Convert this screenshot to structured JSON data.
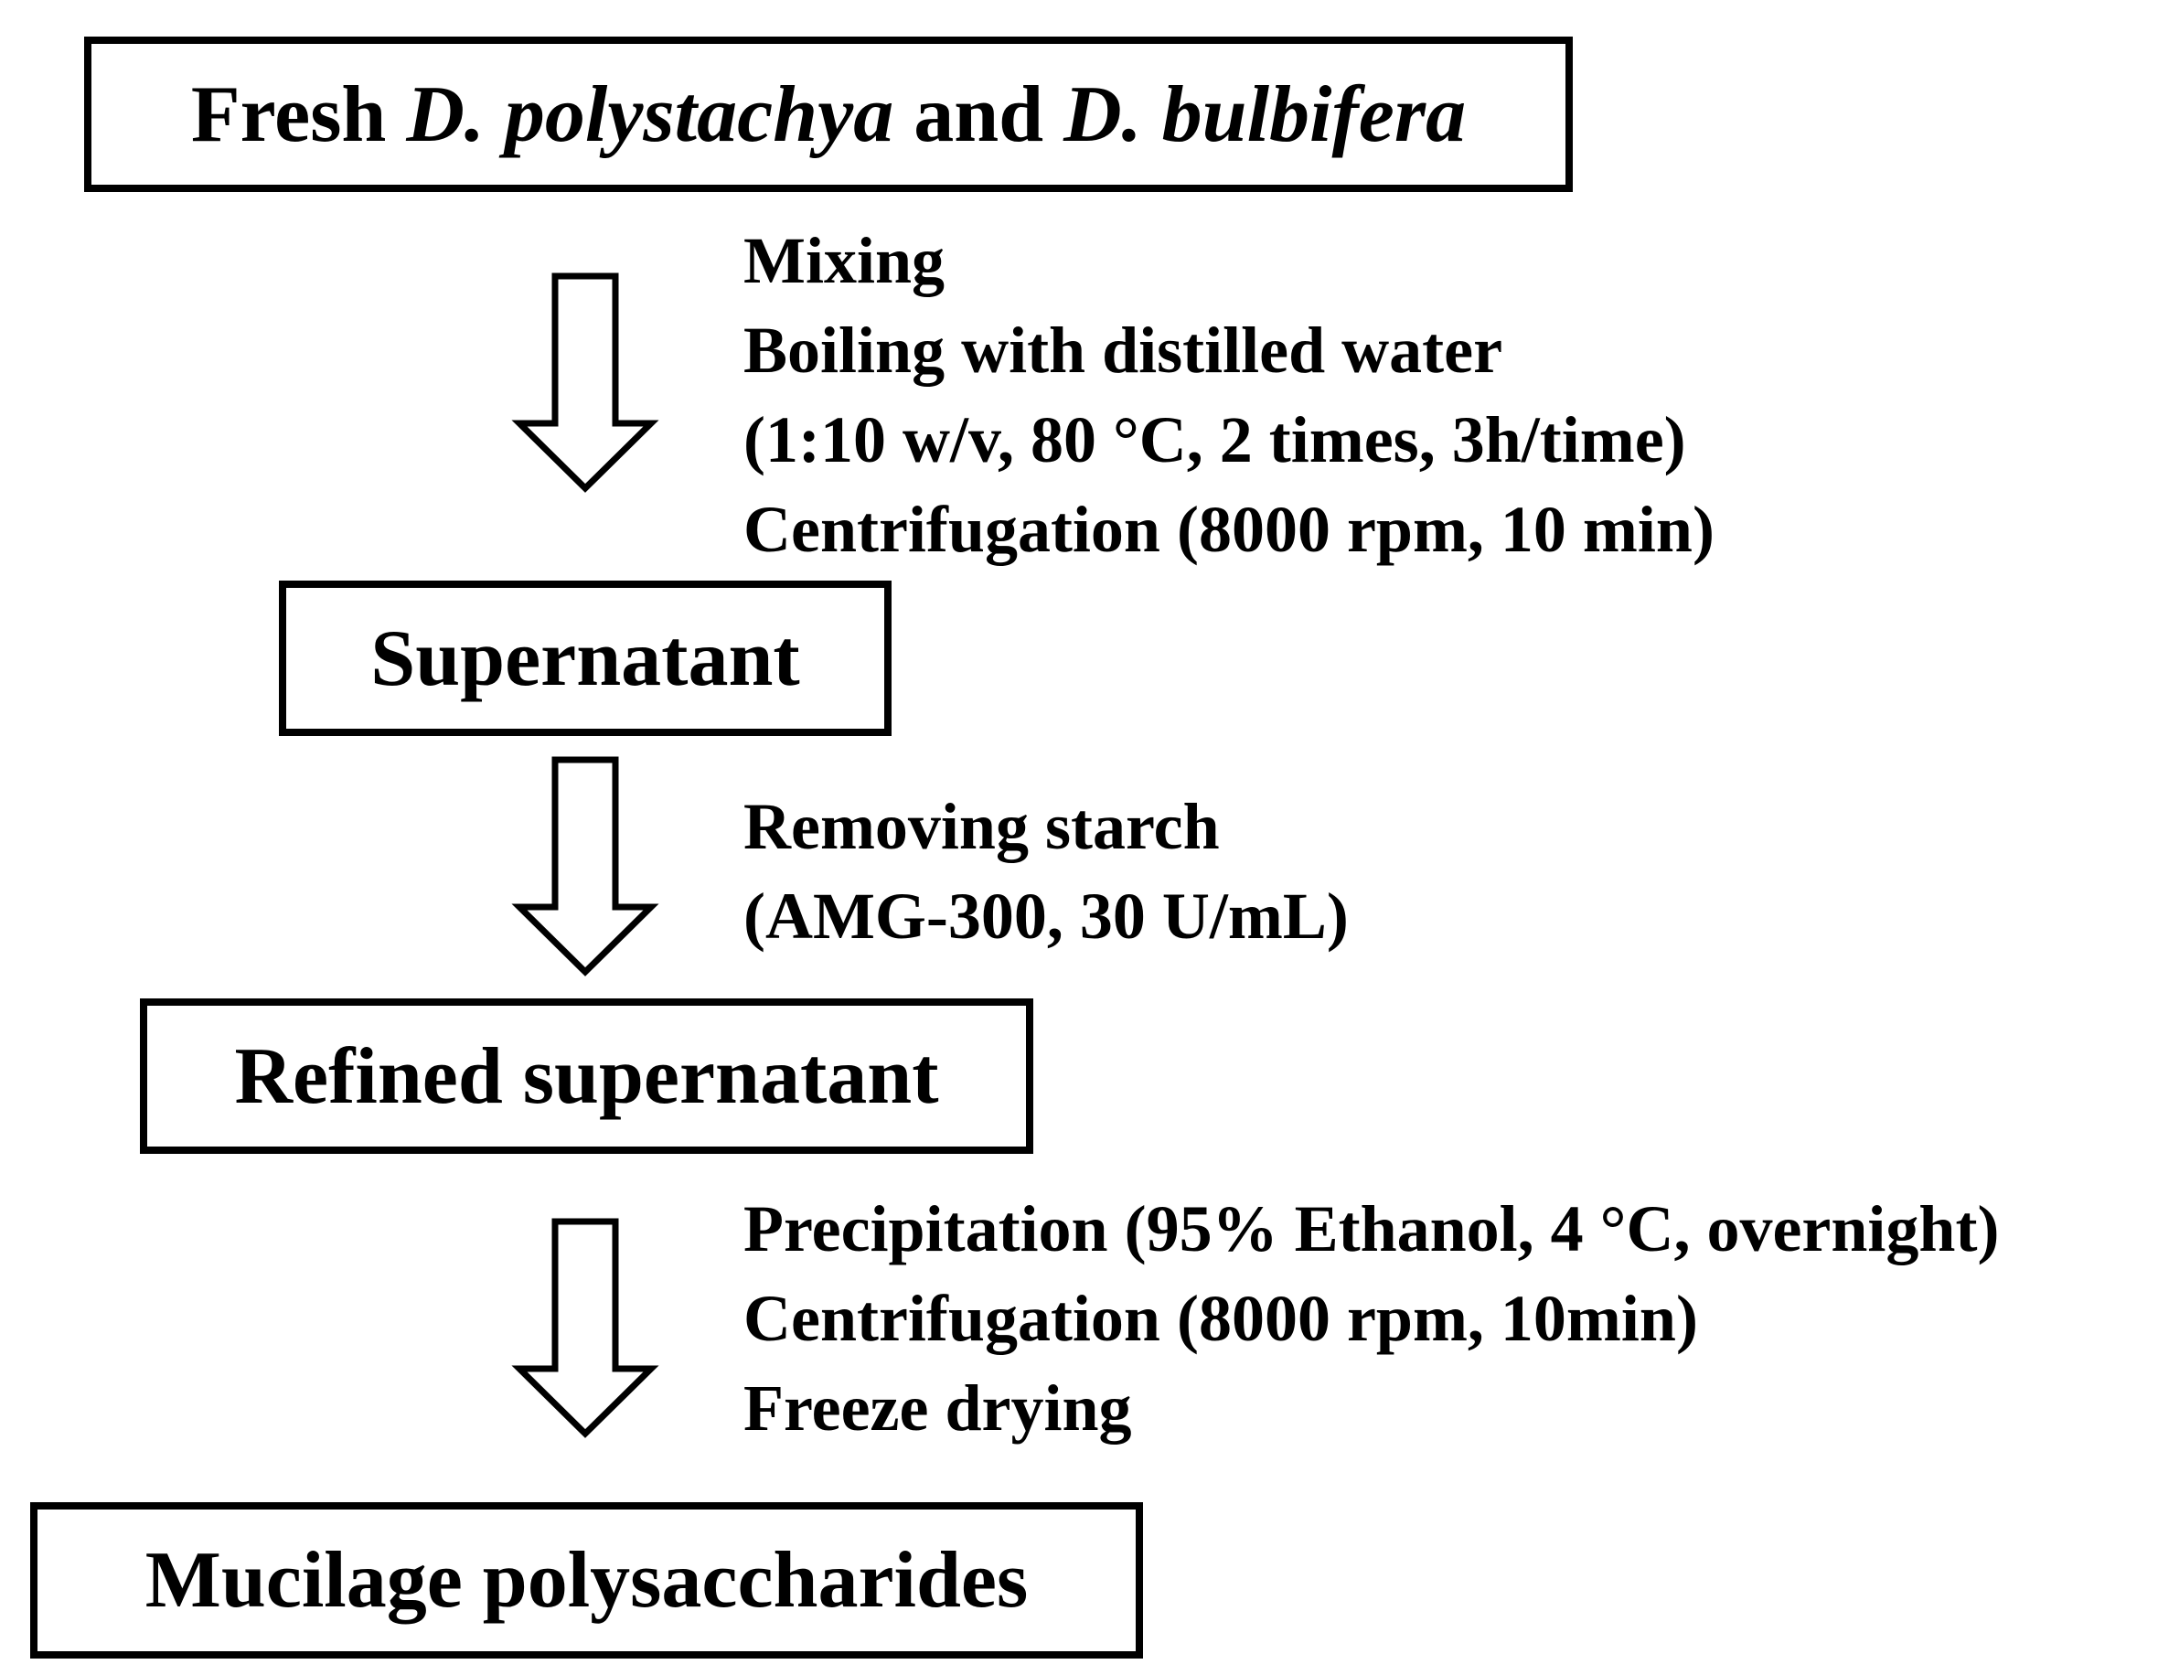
{
  "boxes": {
    "start": {
      "t1": "Fresh ",
      "t2": "D. polystachya",
      "t3": " and ",
      "t4": "D. bulbifera"
    },
    "supernatant": "Supernatant",
    "refined": "Refined supernatant",
    "end": "Mucilage polysaccharides"
  },
  "steps": {
    "s1": [
      "Mixing",
      "Boiling with distilled water",
      "(1:10 w/v, 80 °C, 2 times, 3h/time)",
      "Centrifugation (8000 rpm, 10 min)"
    ],
    "s2": [
      "Removing starch",
      "(AMG-300, 30 U/mL)"
    ],
    "s3": [
      "Precipitation (95% Ethanol, 4 °C, overnight)",
      "Centrifugation (8000 rpm, 10min)",
      "Freeze drying"
    ]
  }
}
